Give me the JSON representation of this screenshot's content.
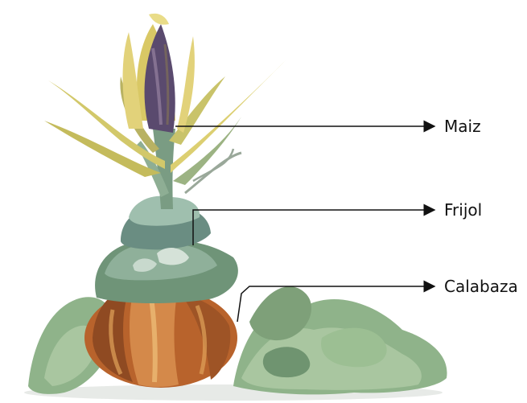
{
  "labels": {
    "maiz": "Maiz",
    "frijol": "Frijol",
    "calabaza": "Calabaza"
  },
  "colors": {
    "leaf_green": "#7fa27a",
    "leaf_dark": "#4e7062",
    "corn_husk": "#d9c865",
    "corn_kernels": "#5a4a6e",
    "squash_orange": "#b8632c",
    "squash_light": "#e0a25a",
    "pointer_line": "#111111"
  },
  "icons": {
    "pointer": "arrow-right-icon"
  }
}
